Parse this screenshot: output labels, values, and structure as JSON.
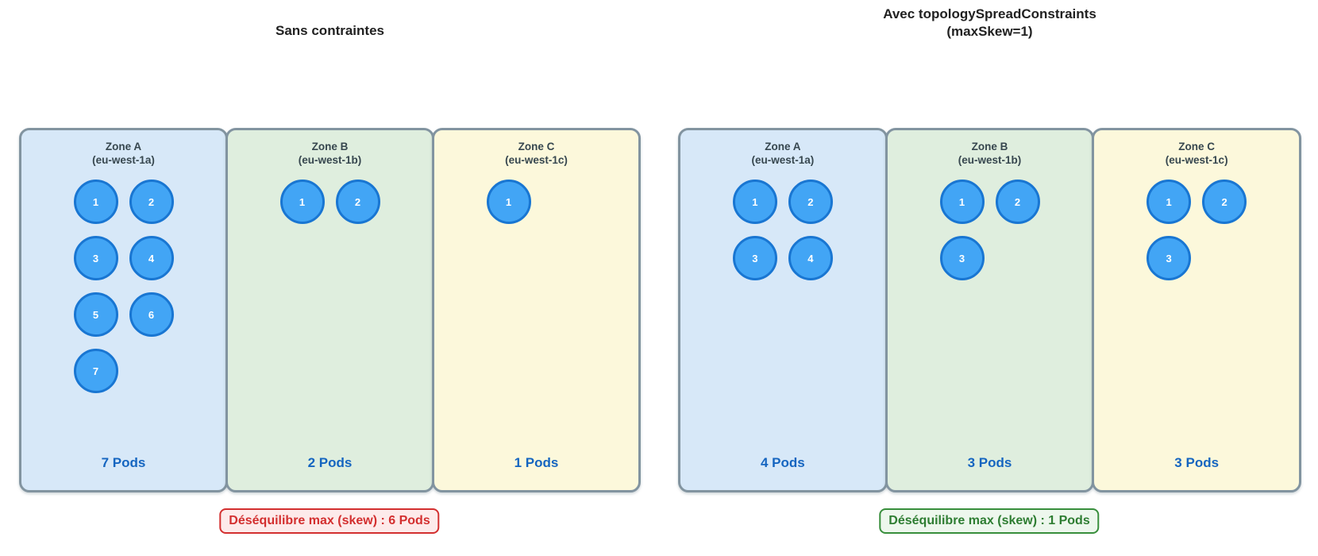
{
  "colors": {
    "pod_fill": "#42a5f5",
    "pod_border": "#1976d2",
    "zone_border": "#8294a0",
    "zone_blue_bg": "#d7e8f8",
    "zone_green_bg": "#dfeede",
    "zone_yellow_bg": "#fcf8db",
    "count_text": "#1565c0",
    "header_text": "#37474f",
    "skew_bad_text": "#d32f2f",
    "skew_bad_bg": "#fdeaea",
    "skew_good_text": "#2e7d32",
    "skew_good_border": "#388e3c",
    "skew_good_bg": "#edf7ed"
  },
  "panels": [
    {
      "title_line1": "Sans contraintes",
      "title_line2": "",
      "skew_label": "Déséquilibre max (skew) : 6 Pods",
      "skew_type": "bad",
      "zones": [
        {
          "name": "Zone A",
          "region": "(eu-west-1a)",
          "variant": "blue",
          "pods": [
            "1",
            "2",
            "3",
            "4",
            "5",
            "6",
            "7"
          ],
          "count_label": "7 Pods"
        },
        {
          "name": "Zone B",
          "region": "(eu-west-1b)",
          "variant": "green",
          "pods": [
            "1",
            "2"
          ],
          "count_label": "2 Pods"
        },
        {
          "name": "Zone C",
          "region": "(eu-west-1c)",
          "variant": "yellow",
          "pods": [
            "1"
          ],
          "count_label": "1 Pods"
        }
      ]
    },
    {
      "title_line1": "Avec topologySpreadConstraints",
      "title_line2": "(maxSkew=1)",
      "skew_label": "Déséquilibre max (skew) : 1 Pods",
      "skew_type": "good",
      "zones": [
        {
          "name": "Zone A",
          "region": "(eu-west-1a)",
          "variant": "blue",
          "pods": [
            "1",
            "2",
            "3",
            "4"
          ],
          "count_label": "4 Pods"
        },
        {
          "name": "Zone B",
          "region": "(eu-west-1b)",
          "variant": "green",
          "pods": [
            "1",
            "2",
            "3"
          ],
          "count_label": "3 Pods"
        },
        {
          "name": "Zone C",
          "region": "(eu-west-1c)",
          "variant": "yellow",
          "pods": [
            "1",
            "2",
            "3"
          ],
          "count_label": "3 Pods"
        }
      ]
    }
  ]
}
